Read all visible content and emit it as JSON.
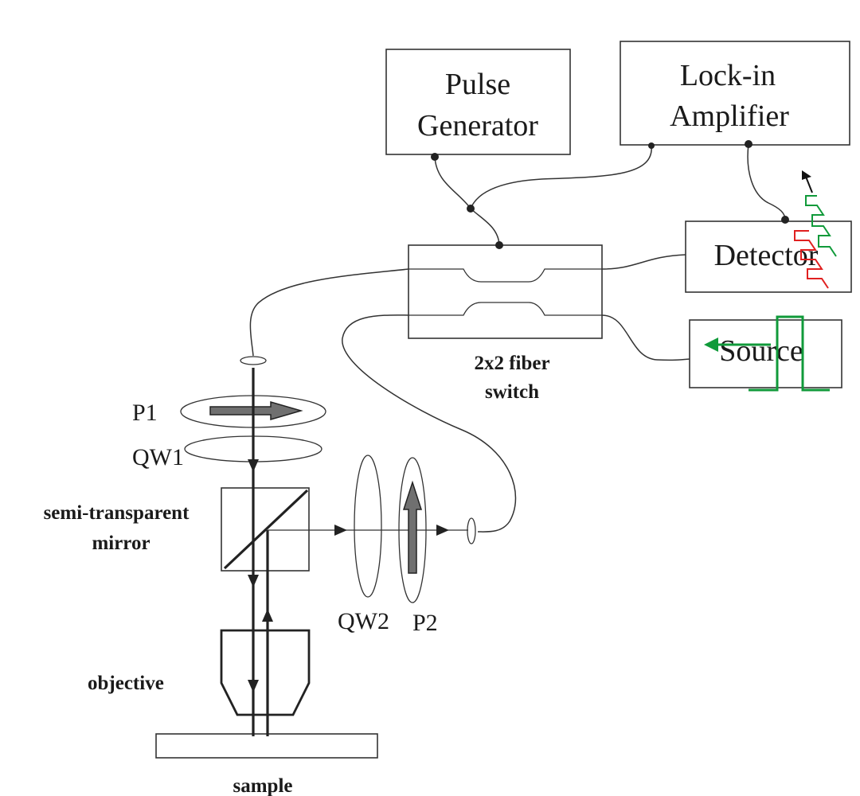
{
  "labels": {
    "pulse_generator": [
      "Pulse",
      "Generator"
    ],
    "lock_in": [
      "Lock-in",
      "Amplifier"
    ],
    "detector": "Detector",
    "source": "Source",
    "fiber_switch": [
      "2x2 fiber",
      "switch"
    ],
    "p1": "P1",
    "qw1": "QW1",
    "mirror": [
      "semi-transparent",
      "mirror"
    ],
    "objective": "objective",
    "sample": "sample",
    "qw2": "QW2",
    "p2": "P2"
  },
  "colors": {
    "signal_red": "#e02020",
    "signal_green": "#109a3a",
    "polarizer_arrow": "#707070"
  }
}
